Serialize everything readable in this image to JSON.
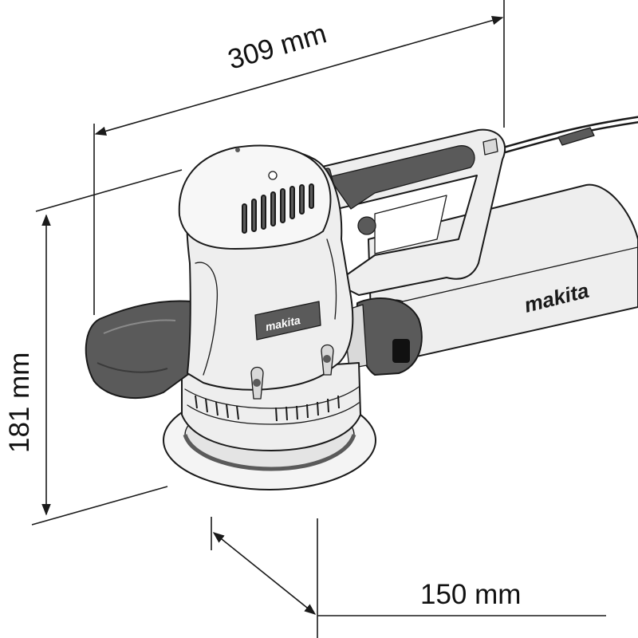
{
  "dimensions": {
    "length": "309 mm",
    "height": "181 mm",
    "pad_diameter": "150 mm"
  },
  "brand": {
    "logo_text": "makita",
    "badge_text": "makita"
  },
  "colors": {
    "line": "#1a1a1a",
    "body_light": "#eeeeee",
    "body_mid": "#d9d9d9",
    "body_dark": "#5a5a5a",
    "pad": "#f4f4f4",
    "background": "#ffffff"
  }
}
